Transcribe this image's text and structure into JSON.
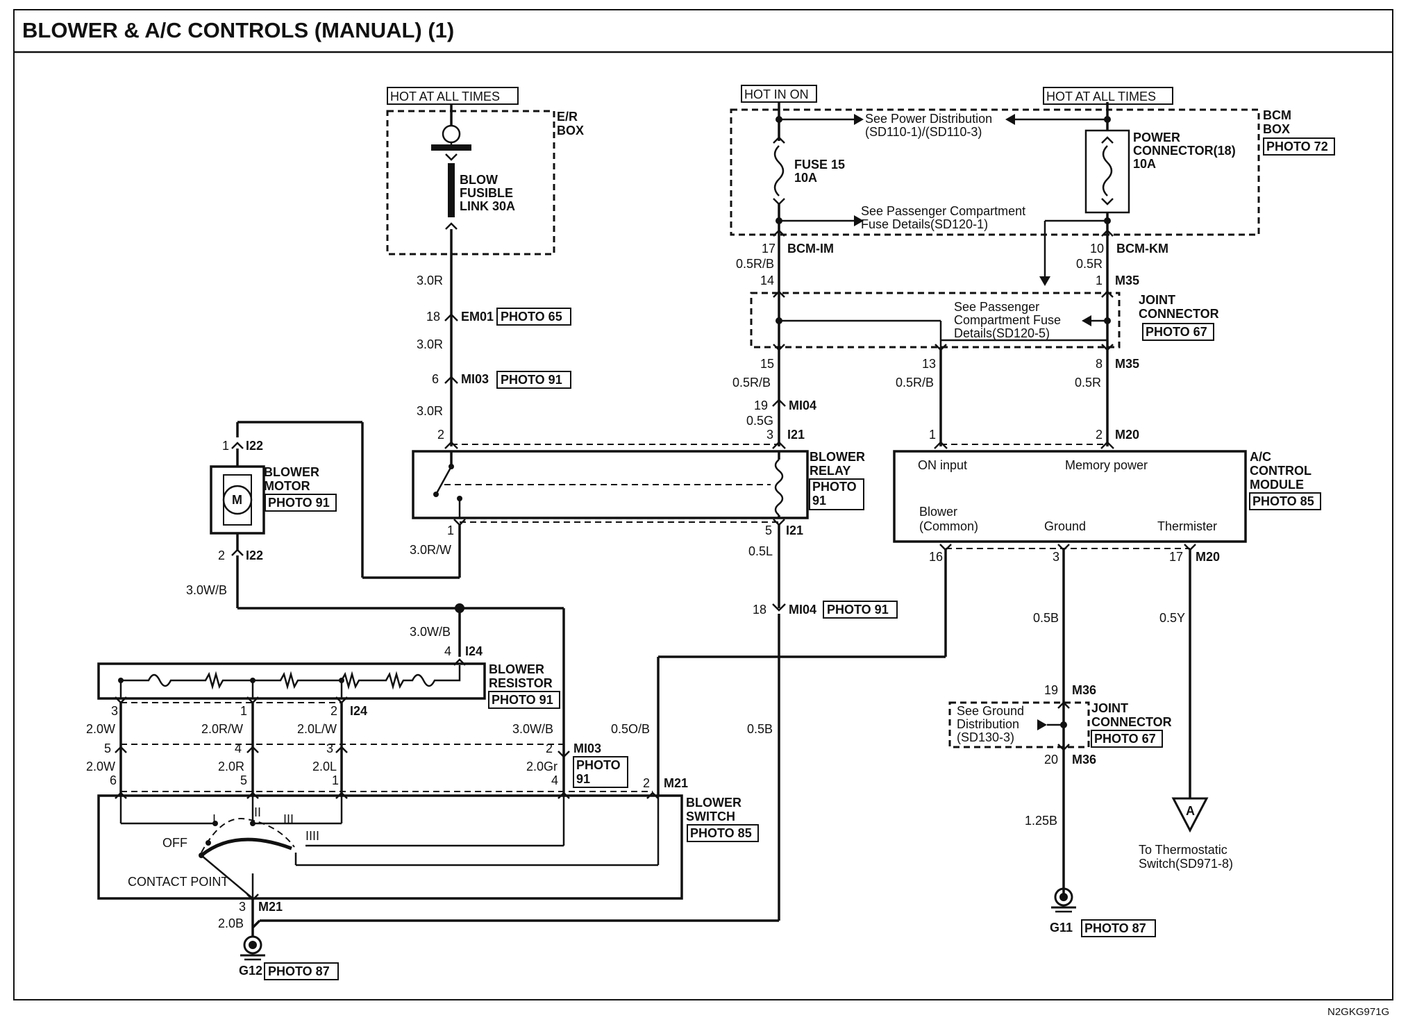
{
  "title": "BLOWER & A/C CONTROLS (MANUAL) (1)",
  "footer_code": "N2GKG971G",
  "power": {
    "left_hot": "HOT AT ALL TIMES",
    "mid_hot": "HOT IN ON",
    "right_hot": "HOT AT ALL TIMES"
  },
  "er_box": {
    "name": [
      "E/R",
      "BOX"
    ],
    "fuse": [
      "BLOW",
      "FUSIBLE",
      "LINK 30A"
    ]
  },
  "bcm_box": {
    "name": [
      "BCM",
      "BOX"
    ],
    "photo": "PHOTO 72",
    "fuse15": [
      "FUSE 15",
      "10A"
    ],
    "power_connector": [
      "POWER",
      "CONNECTOR(18)",
      "10A"
    ],
    "see_power": [
      "See Power Distribution",
      "(SD110-1)/(SD110-3)"
    ],
    "see_pass": [
      "See Passenger Compartment",
      "Fuse Details(SD120-1)"
    ]
  },
  "joint_connector_top": {
    "name": [
      "JOINT",
      "CONNECTOR"
    ],
    "photo": "PHOTO 67",
    "see": [
      "See Passenger",
      "Compartment Fuse",
      "Details(SD120-5)"
    ]
  },
  "joint_connector_bottom": {
    "name": [
      "JOINT",
      "CONNECTOR"
    ],
    "photo": "PHOTO 67",
    "see": [
      "See Ground",
      "Distribution",
      "(SD130-3)"
    ]
  },
  "blower_relay": {
    "name": [
      "BLOWER",
      "RELAY"
    ],
    "photo": [
      "PHOTO",
      "91"
    ]
  },
  "blower_motor": {
    "name": [
      "BLOWER",
      "MOTOR"
    ],
    "photo": "PHOTO 91",
    "symbol": "M"
  },
  "blower_resistor": {
    "name": [
      "BLOWER",
      "RESISTOR"
    ],
    "photo": "PHOTO 91"
  },
  "blower_switch": {
    "name": [
      "BLOWER",
      "SWITCH"
    ],
    "photo": "PHOTO 85",
    "off": "OFF",
    "contact": "CONTACT POINT",
    "positions": [
      "I",
      "II",
      "III",
      "IIII"
    ]
  },
  "ac_module": {
    "name": [
      "A/C",
      "CONTROL",
      "MODULE"
    ],
    "photo": "PHOTO 85",
    "on_input": "ON input",
    "memory_power": "Memory power",
    "blower_common": [
      "Blower",
      "(Common)"
    ],
    "ground": "Ground",
    "thermister": "Thermister"
  },
  "thermostat": {
    "letter": "A",
    "to": [
      "To Thermostatic",
      "Switch(SD971-8)"
    ]
  },
  "grounds": {
    "g12": {
      "name": "G12",
      "photo": "PHOTO 87"
    },
    "g11": {
      "name": "G11",
      "photo": "PHOTO 87"
    }
  },
  "connectors": {
    "em01": "EM01",
    "em01_photo": "PHOTO 65",
    "mi03": "MI03",
    "mi03_photo": "PHOTO 91",
    "mi03_b": "MI03",
    "mi03_b_photo": [
      "PHOTO",
      "91"
    ],
    "mi04": "MI04",
    "mi04_b": "MI04",
    "mi04_b_photo": "PHOTO 91",
    "i21": "I21",
    "i21_b": "I21",
    "i22": "I22",
    "i22_b": "I22",
    "i24": "I24",
    "i24_b": "I24",
    "bcm_im": "BCM-IM",
    "bcm_km": "BCM-KM",
    "m35": "M35",
    "m35_b": "M35",
    "m20": "M20",
    "m20_b": "M20",
    "m36": "M36",
    "m36_b": "M36",
    "m21": "M21",
    "m21_b": "M21"
  },
  "pins": {
    "p18": "18",
    "p6": "6",
    "p2": "2",
    "p1": "1",
    "p3": "3",
    "p17": "17",
    "p14": "14",
    "p15": "15",
    "p19": "19",
    "p5": "5",
    "p10": "10",
    "p13": "13",
    "p8": "8",
    "p16": "16",
    "p20": "20",
    "p4": "4"
  },
  "wires": {
    "w30r": "3.0R",
    "w30rw": "3.0R/W",
    "w30wb": "3.0W/B",
    "w05rb": "0.5R/B",
    "w05r": "0.5R",
    "w05g": "0.5G",
    "w05l": "0.5L",
    "w05b": "0.5B",
    "w05y": "0.5Y",
    "w05ob": "0.5O/B",
    "w20w": "2.0W",
    "w20rw": "2.0R/W",
    "w20lw": "2.0L/W",
    "w20r": "2.0R",
    "w20l": "2.0L",
    "w20gr": "2.0Gr",
    "w20b": "2.0B",
    "w125b": "1.25B"
  }
}
